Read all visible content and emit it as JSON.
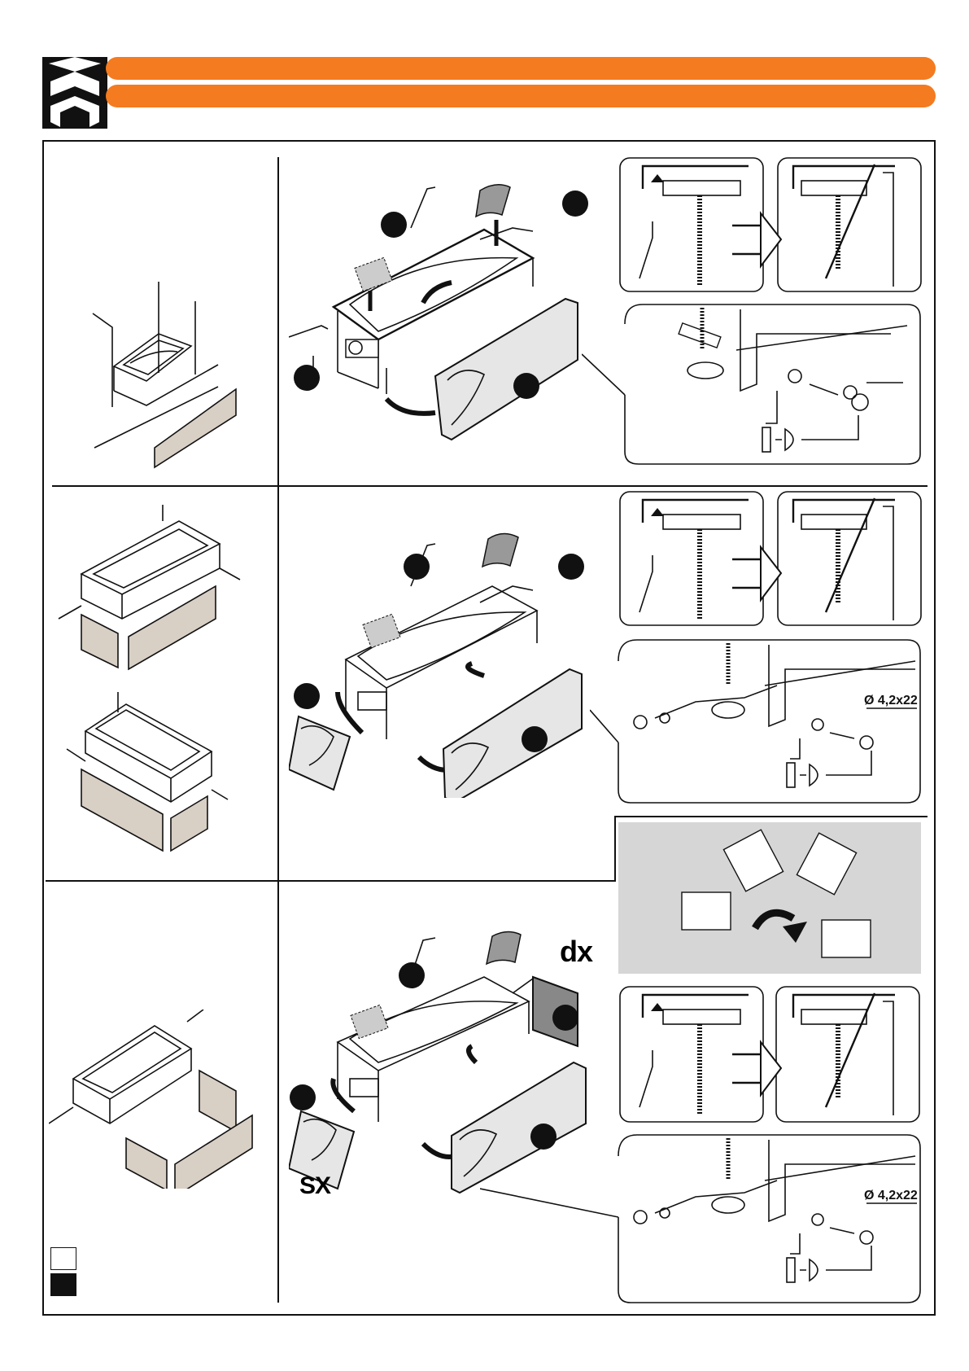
{
  "header": {
    "logo_icon": "brand-logo-icon",
    "bar_color": "#f47b20"
  },
  "rows": [
    {
      "id": "row-1",
      "callout_screw": ""
    },
    {
      "id": "row-2",
      "callout_screw": "Ø 4,2x22"
    },
    {
      "id": "row-3",
      "callout_screw": "Ø 4,2x22",
      "right_label": "dx",
      "left_label": "SX"
    }
  ],
  "colors": {
    "panel": "#d8cfc5",
    "gray_box": "#d6d6d6",
    "orange": "#f47b20"
  },
  "legend": {
    "white_square": "white",
    "black_square": "black"
  }
}
